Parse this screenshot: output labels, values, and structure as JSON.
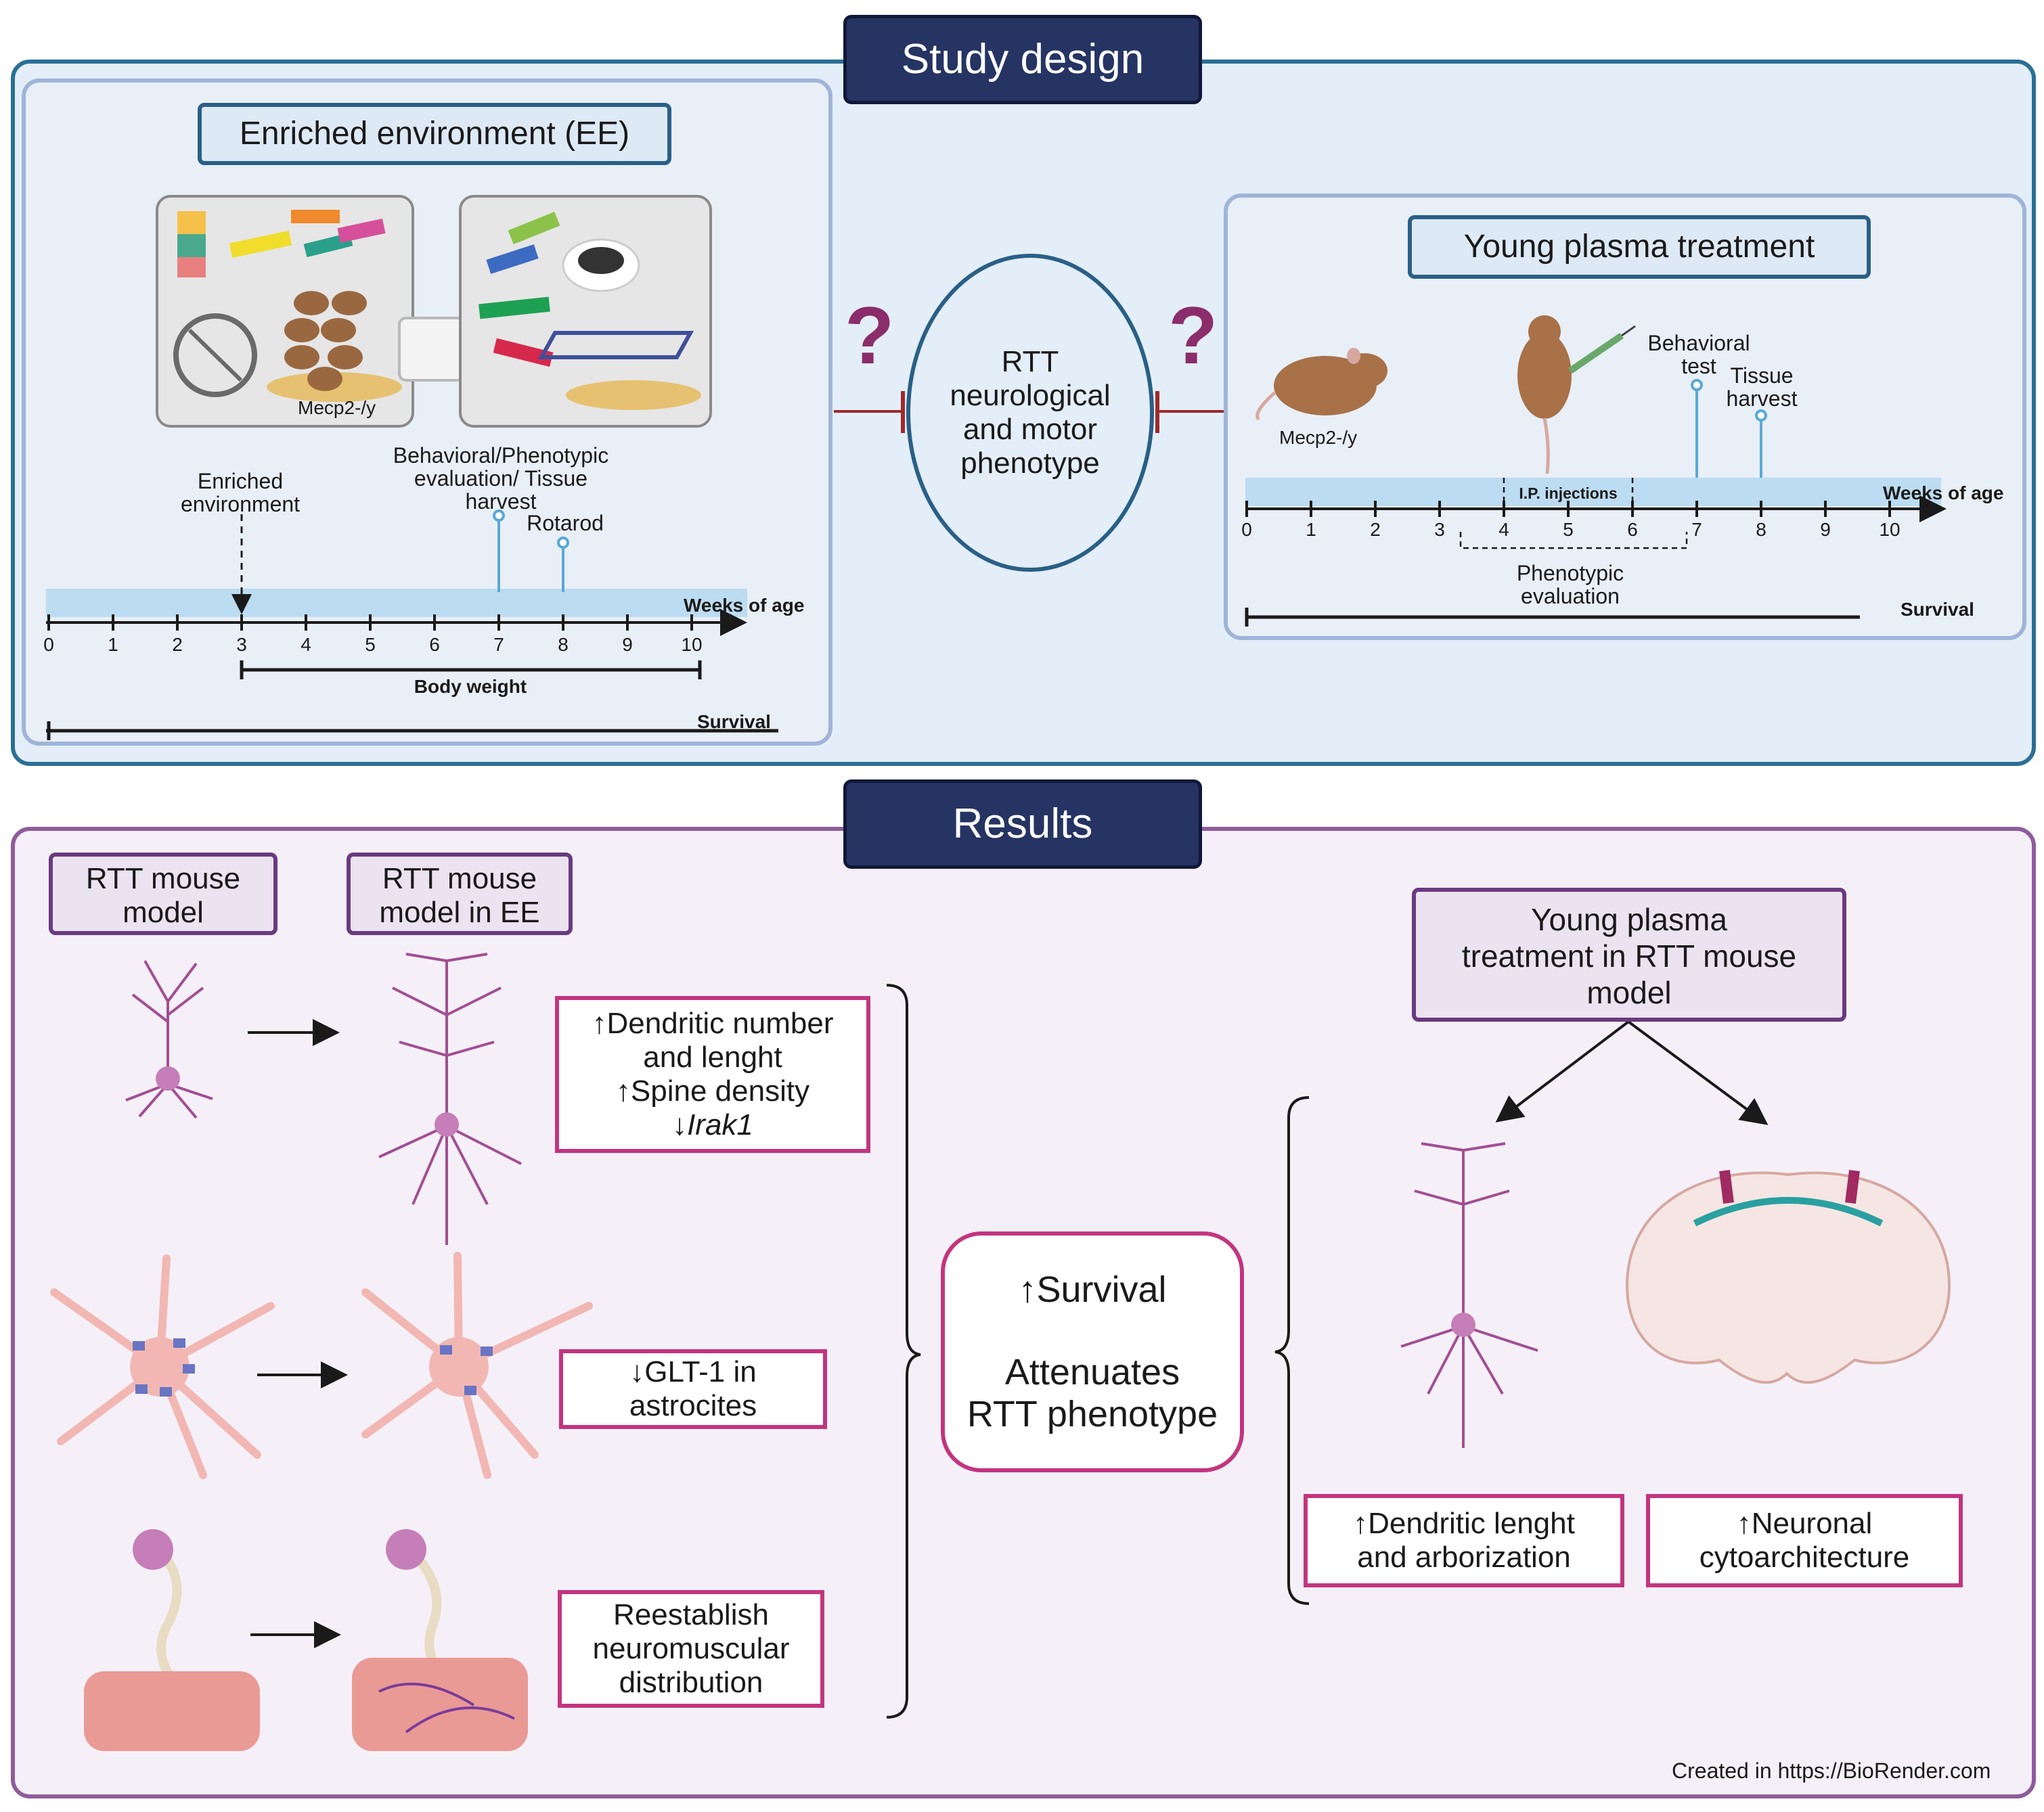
{
  "headers": {
    "study_design": "Study design",
    "results": "Results"
  },
  "ee": {
    "title": "Enriched environment (EE)",
    "mouse_genotype": "Mecp2-/y",
    "event_enriched": [
      "Enriched",
      "environment"
    ],
    "event_behavioral": [
      "Behavioral/Phenotypic",
      "evaluation/ Tissue",
      "harvest"
    ],
    "event_rotarod": "Rotarod",
    "axis_label": "Weeks of age",
    "ticks": [
      "0",
      "1",
      "2",
      "3",
      "4",
      "5",
      "6",
      "7",
      "8",
      "9",
      "10"
    ],
    "body_weight": "Body weight",
    "survival": "Survival"
  },
  "center": {
    "phenotype": [
      "RTT",
      "neurological",
      "and motor",
      "phenotype"
    ],
    "question_mark": "?"
  },
  "yp": {
    "title": "Young plasma treatment",
    "mouse_genotype": "Mecp2-/y",
    "behavioral": [
      "Behavioral",
      "test"
    ],
    "tissue": [
      "Tissue",
      "harvest"
    ],
    "ip": "I.P. injections",
    "axis_label": "Weeks of age",
    "ticks": [
      "0",
      "1",
      "2",
      "3",
      "4",
      "5",
      "6",
      "7",
      "8",
      "9",
      "10"
    ],
    "phenotypic": [
      "Phenotypic",
      "evaluation"
    ],
    "survival": "Survival"
  },
  "results": {
    "rtt_model": [
      "RTT mouse",
      "model"
    ],
    "rtt_model_ee": [
      "RTT mouse",
      "model in EE"
    ],
    "dendritic": [
      "↑Dendritic number",
      "and lenght",
      "↑Spine density",
      "↓Irak1"
    ],
    "glt1": [
      "↓GLT-1 in",
      "astrocites"
    ],
    "neuromuscular": [
      "Reestablish",
      "neuromuscular",
      "distribution"
    ],
    "center_survival": "↑Survival",
    "center_attenuates": [
      "Attenuates",
      "RTT phenotype"
    ],
    "young_plasma": [
      "Young plasma",
      "treatment in RTT mouse",
      "model"
    ],
    "dendritic_length": [
      "↑Dendritic lenght",
      "and arborization"
    ],
    "neuronal": [
      "↑Neuronal",
      "cytoarchitecture"
    ]
  },
  "credit": "Created in https://BioRender.com",
  "colors": {
    "study_border": "#2a6f95",
    "results_border": "#8e5c9a",
    "header_bg": "#253462",
    "pink": "#c2357f",
    "purple_dark": "#6a3a80",
    "question": "#8b2d6b",
    "inhibit": "#9e2a2a",
    "timeline_band": "#bcdcf1",
    "marker": "#5aa9d6"
  }
}
